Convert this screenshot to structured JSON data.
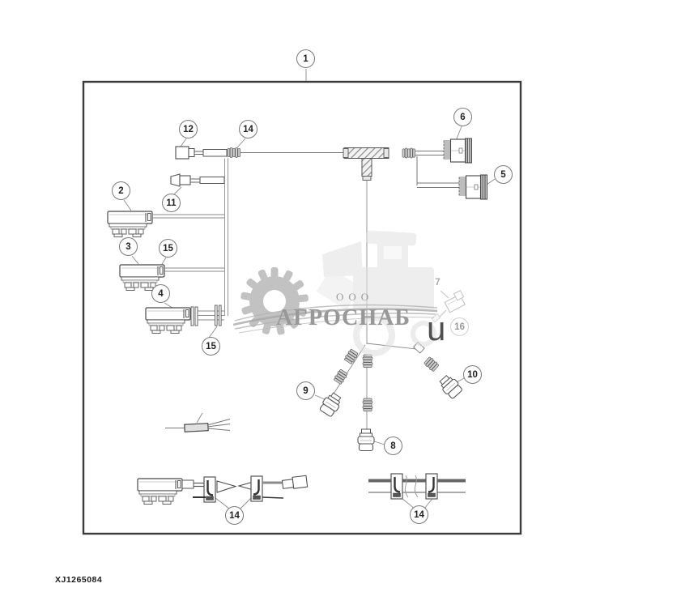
{
  "diagram": {
    "drawing_code": "XJ1265084",
    "callouts": [
      {
        "label": "1"
      },
      {
        "label": "12"
      },
      {
        "label": "14"
      },
      {
        "label": "6"
      },
      {
        "label": "5"
      },
      {
        "label": "2"
      },
      {
        "label": "11"
      },
      {
        "label": "3"
      },
      {
        "label": "15"
      },
      {
        "label": "4"
      },
      {
        "label": "15"
      },
      {
        "label": "7"
      },
      {
        "label": "16"
      },
      {
        "label": "9"
      },
      {
        "label": "10"
      },
      {
        "label": "8"
      },
      {
        "label": "14"
      },
      {
        "label": "14"
      }
    ]
  },
  "watermark": {
    "org_type": "ООО",
    "brand": "АГРОСНАБ",
    "stray_char": "u"
  },
  "colors": {
    "line": "#4a4a4a",
    "frame": "#3a3a3a",
    "watermark_gray": "#9b9b9b",
    "corrugation_fill": "#d0d0d0"
  }
}
